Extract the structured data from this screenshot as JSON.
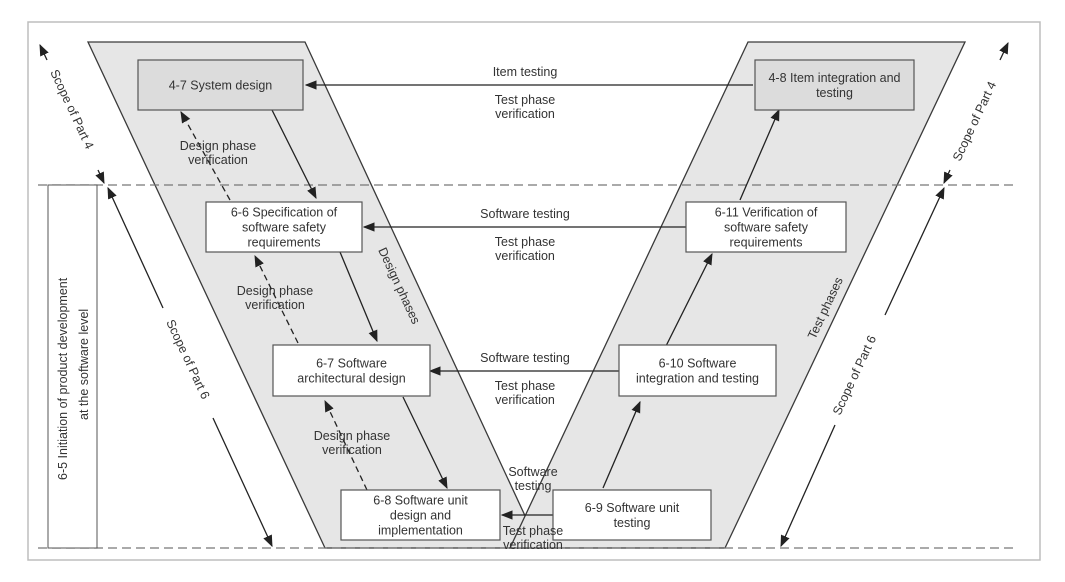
{
  "title": "V-model: Product development at the software level",
  "colors": {
    "phase_fill": "#e6e6e6",
    "top_box_fill": "#dcdcdc",
    "box_fill": "#ffffff",
    "line": "#3a3a3a",
    "dashed": "#777777",
    "text": "#333333",
    "frame": "#bdbdbd"
  },
  "phases": {
    "design_label": "Design phases",
    "test_label": "Test phases"
  },
  "side_block": {
    "line1": "6-5 Initiation of product development",
    "line2": "at the software level"
  },
  "scopes": {
    "left_part4": "Scope of Part 4",
    "right_part4": "Scope of Part 4",
    "left_part6": "Scope of Part 6",
    "right_part6": "Scope of Part 6"
  },
  "design_boxes": [
    {
      "id": "4-7",
      "lines": [
        "4-7 System design"
      ],
      "shaded": true
    },
    {
      "id": "6-6",
      "lines": [
        "6-6 Specification of",
        "software safety",
        "requirements"
      ],
      "shaded": false
    },
    {
      "id": "6-7",
      "lines": [
        "6-7 Software",
        "architectural design"
      ],
      "shaded": false
    },
    {
      "id": "6-8",
      "lines": [
        "6-8 Software unit",
        "design and",
        "implementation"
      ],
      "shaded": false
    }
  ],
  "test_boxes": [
    {
      "id": "4-8",
      "lines": [
        "4-8 Item integration and",
        "testing"
      ],
      "shaded": true
    },
    {
      "id": "6-11",
      "lines": [
        "6-11 Verification of",
        "software safety",
        "requirements"
      ],
      "shaded": false
    },
    {
      "id": "6-10",
      "lines": [
        "6-10 Software",
        "integration and testing"
      ],
      "shaded": false
    },
    {
      "id": "6-9",
      "lines": [
        "6-9 Software unit",
        "testing"
      ],
      "shaded": false
    }
  ],
  "horizontal_links": [
    {
      "above": "Item testing",
      "below": [
        "Test phase",
        "verification"
      ]
    },
    {
      "above": "Software testing",
      "below": [
        "Test phase",
        "verification"
      ]
    },
    {
      "above": "Software testing",
      "below": [
        "Test phase",
        "verification"
      ]
    },
    {
      "above": [
        "Software",
        "testing"
      ],
      "below": [
        "Test phase",
        "verification"
      ]
    }
  ],
  "design_verification": [
    [
      "Design phase",
      "verification"
    ],
    [
      "Design phase",
      "verification"
    ],
    [
      "Design phase",
      "verification"
    ]
  ]
}
